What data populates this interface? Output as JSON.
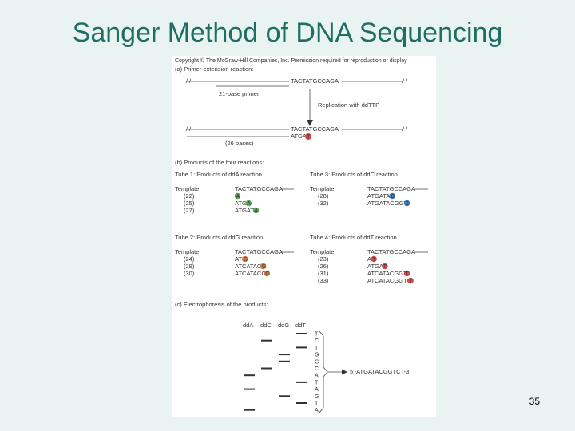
{
  "title": "Sanger Method of DNA Sequencing",
  "page_number": "35",
  "colors": {
    "title": "#1e6e63",
    "A": "#5aa55a",
    "C": "#3a7bc4",
    "G": "#e07a3c",
    "T": "#d94a4a"
  },
  "figure": {
    "copyright": "Copyright © The McGraw-Hill Companies, Inc. Permission required for reproduction or display",
    "a_label": "(a) Primer extension reaction:",
    "template_seq": "TACTATGCCAGA",
    "primer_label": "21-base primer",
    "replication_label": "Replication with ddTTP",
    "product_seq": "ATGAT",
    "product_seq_prefix": "ATGA",
    "product_terminal": "T",
    "bases_label": "(26 bases)",
    "b_label": "(b) Products of the four reactions:",
    "template_word": "Template:",
    "tube1": {
      "label": "Tube 1: Products of ddA reaction",
      "rows": [
        {
          "n": "(22)",
          "seq": "",
          "end": "A"
        },
        {
          "n": "(25)",
          "seq": "ATG",
          "end": "A"
        },
        {
          "n": "(27)",
          "seq": "ATGAT",
          "end": "A"
        }
      ]
    },
    "tube2": {
      "label": "Tube 2: Products of ddG reaction",
      "rows": [
        {
          "n": "(24)",
          "seq": "AT",
          "end": "G"
        },
        {
          "n": "(29)",
          "seq": "ATCATAC",
          "end": "G"
        },
        {
          "n": "(30)",
          "seq": "ATCATACG",
          "end": "G"
        }
      ]
    },
    "tube3": {
      "label": "Tube 3: Products of ddC reaction",
      "rows": [
        {
          "n": "(28)",
          "seq": "ATGATA",
          "end": "C"
        },
        {
          "n": "(32)",
          "seq": "ATGATACGGT",
          "end": "C"
        }
      ]
    },
    "tube4": {
      "label": "Tube 4: Products of ddT reaction",
      "rows": [
        {
          "n": "(23)",
          "seq": "A",
          "end": "T"
        },
        {
          "n": "(26)",
          "seq": "ATGA",
          "end": "T"
        },
        {
          "n": "(31)",
          "seq": "ATCATACGGT",
          "end": "T"
        },
        {
          "n": "(33)",
          "seq": "ATCATACGGTC",
          "end": "T"
        }
      ]
    },
    "c_label": "(c) Electrophoresis of the products:",
    "lanes": [
      "ddA",
      "ddC",
      "ddG",
      "ddT"
    ],
    "ladder": [
      "T",
      "C",
      "T",
      "G",
      "G",
      "C",
      "A",
      "T",
      "A",
      "G",
      "T",
      "A"
    ],
    "result": "5'-ATGATACGGTCT-3'"
  }
}
